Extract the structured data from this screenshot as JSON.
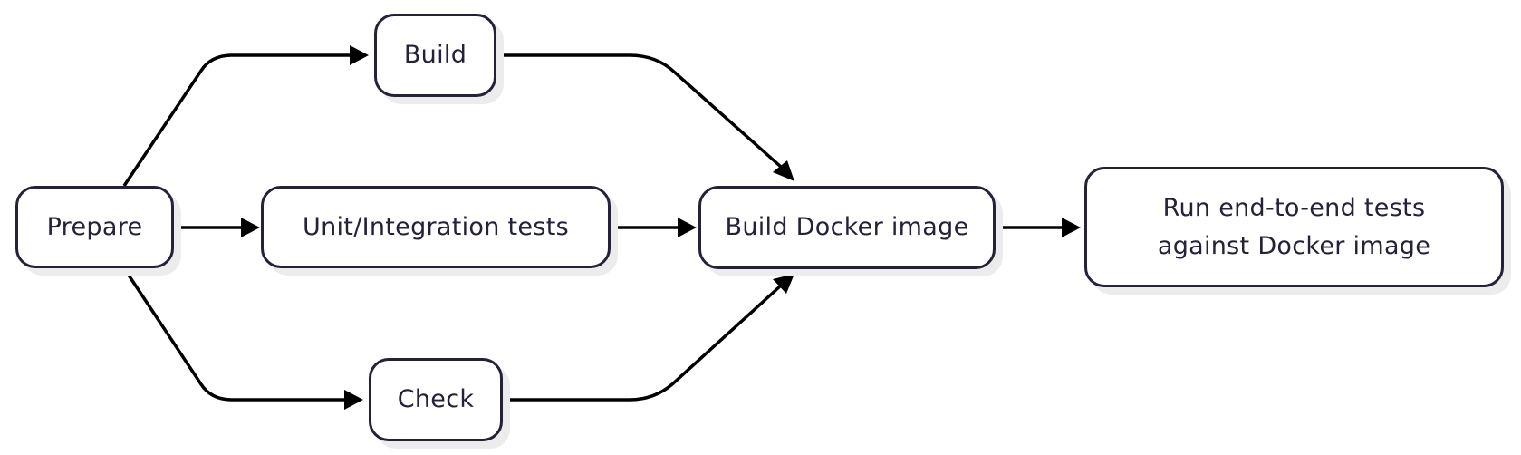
{
  "diagram": {
    "type": "flowchart",
    "direction": "left-to-right",
    "nodes": [
      {
        "id": "prepare",
        "label": "Prepare"
      },
      {
        "id": "build",
        "label": "Build"
      },
      {
        "id": "unit",
        "label": "Unit/Integration tests"
      },
      {
        "id": "check",
        "label": "Check"
      },
      {
        "id": "docker",
        "label": "Build Docker image"
      },
      {
        "id": "e2e",
        "label_lines": [
          "Run end-to-end tests",
          "against Docker image"
        ]
      }
    ],
    "edges": [
      {
        "from": "prepare",
        "to": "build"
      },
      {
        "from": "prepare",
        "to": "unit"
      },
      {
        "from": "prepare",
        "to": "check"
      },
      {
        "from": "build",
        "to": "docker"
      },
      {
        "from": "unit",
        "to": "docker"
      },
      {
        "from": "check",
        "to": "docker"
      },
      {
        "from": "docker",
        "to": "e2e"
      }
    ],
    "colors": {
      "node_border": "#24223a",
      "edge": "#000000",
      "shadow": "#ececec"
    }
  }
}
